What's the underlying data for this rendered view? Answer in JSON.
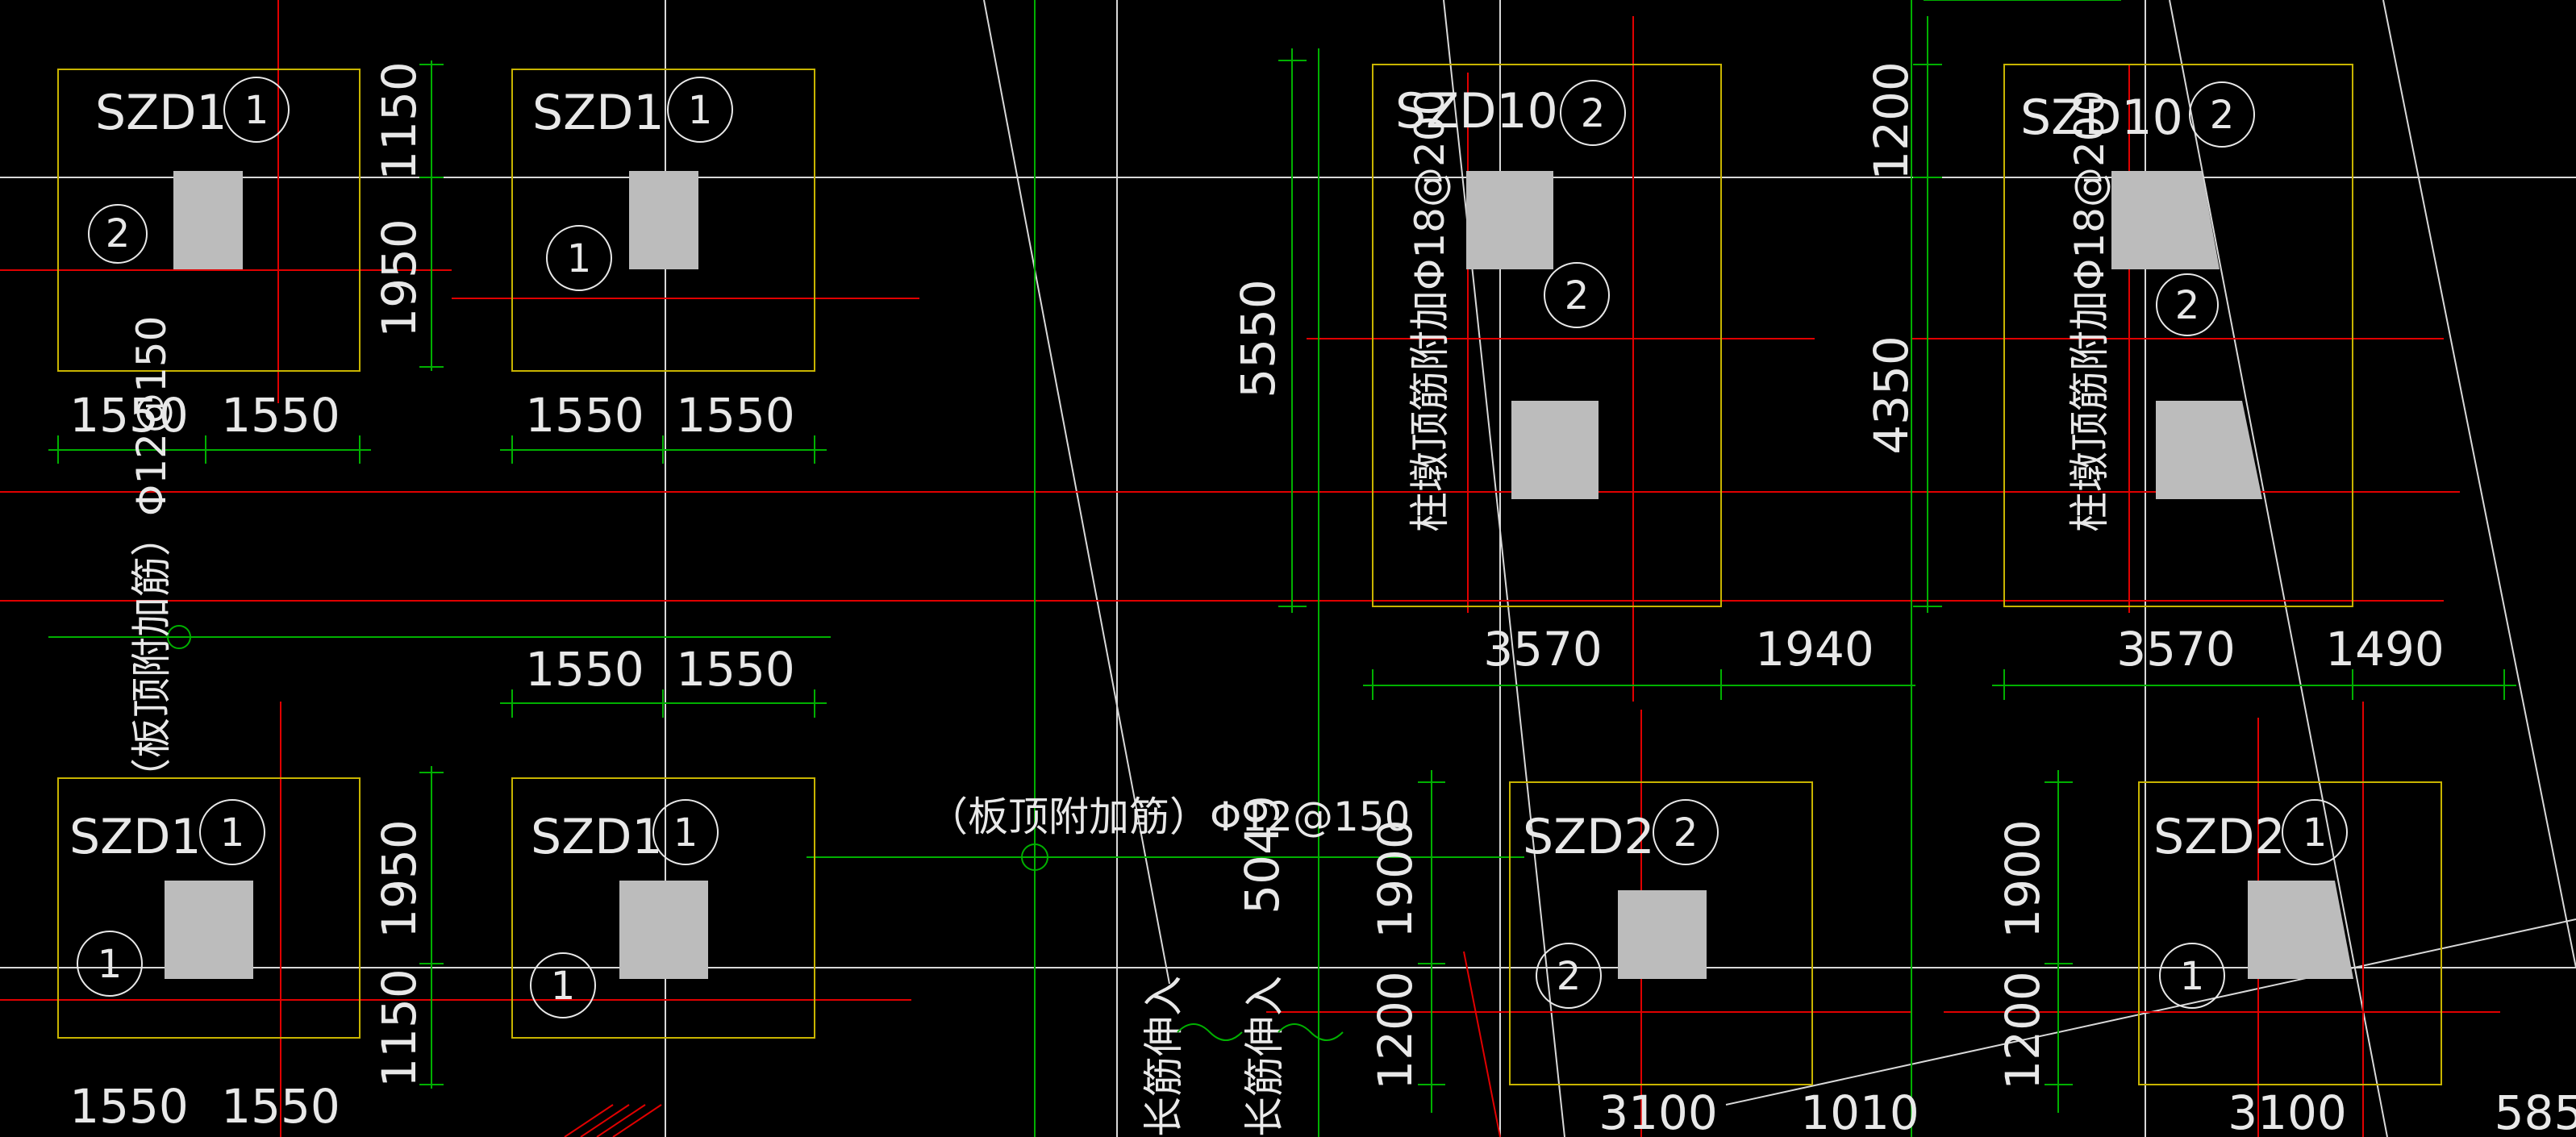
{
  "drawing": {
    "background_color": "#000000",
    "colors": {
      "red": "#e00000",
      "green": "#00b000",
      "yellow": "#c8b400",
      "white": "#e8e8e8",
      "gray_fill": "#bcbcbc"
    }
  },
  "blocks": {
    "a": {
      "label": "SZD1",
      "mark_top": "1",
      "mark_left": "2",
      "dim_right_top": "1150",
      "dim_right_bottom": "1950",
      "dim_bottom_left": "1550",
      "dim_bottom_right": "1550"
    },
    "b": {
      "label": "SZD1",
      "mark_top": "1",
      "mark_left": "1",
      "dim_bottom_left": "1550",
      "dim_bottom_right": "1550",
      "dim_below_left": "1550",
      "dim_below_right": "1550"
    },
    "c": {
      "label": "SZD10",
      "mark_top": "2",
      "mark_mid": "2",
      "note": "柱墩顶筋附加Φ18@200",
      "dim_left": "5550",
      "dim_bottom_left": "3570",
      "dim_bottom_right": "1940"
    },
    "d": {
      "label": "SZD10",
      "mark_top": "2",
      "mark_mid": "2",
      "note": "柱墩顶筋附加Φ18@200",
      "dim_left_top": "1200",
      "dim_left_mid": "4350",
      "dim_bottom_left": "3570",
      "dim_bottom_right": "1490"
    },
    "e": {
      "label": "SZD1",
      "mark_top": "1",
      "mark_left": "1",
      "dim_right_top": "1950",
      "dim_right_bottom": "1150",
      "dim_bottom_left": "1550",
      "dim_bottom_right": "1550"
    },
    "f": {
      "label": "SZD1",
      "mark_top": "1",
      "mark_left": "1"
    },
    "g": {
      "label": "SZD2",
      "mark_top": "2",
      "mark_left": "2",
      "dim_left_top": "1900",
      "dim_left_bottom": "1200",
      "dim_bottom_left": "3100",
      "dim_bottom_right": "1010"
    },
    "h": {
      "label": "SZD2",
      "mark_top": "1",
      "mark_left": "1",
      "dim_left_top": "1900",
      "dim_left_bottom": "1200",
      "dim_bottom_left": "3100",
      "dim_bottom_right": "585"
    }
  },
  "annotations": {
    "vertical_rebar": "（板顶附加筋）Φ12@150",
    "horizontal_rebar": "（板顶附加筋）Φ12@150",
    "dim_center": "5049",
    "rebar_extend_1": "长筋伸入",
    "rebar_extend_2": "长筋伸入"
  }
}
